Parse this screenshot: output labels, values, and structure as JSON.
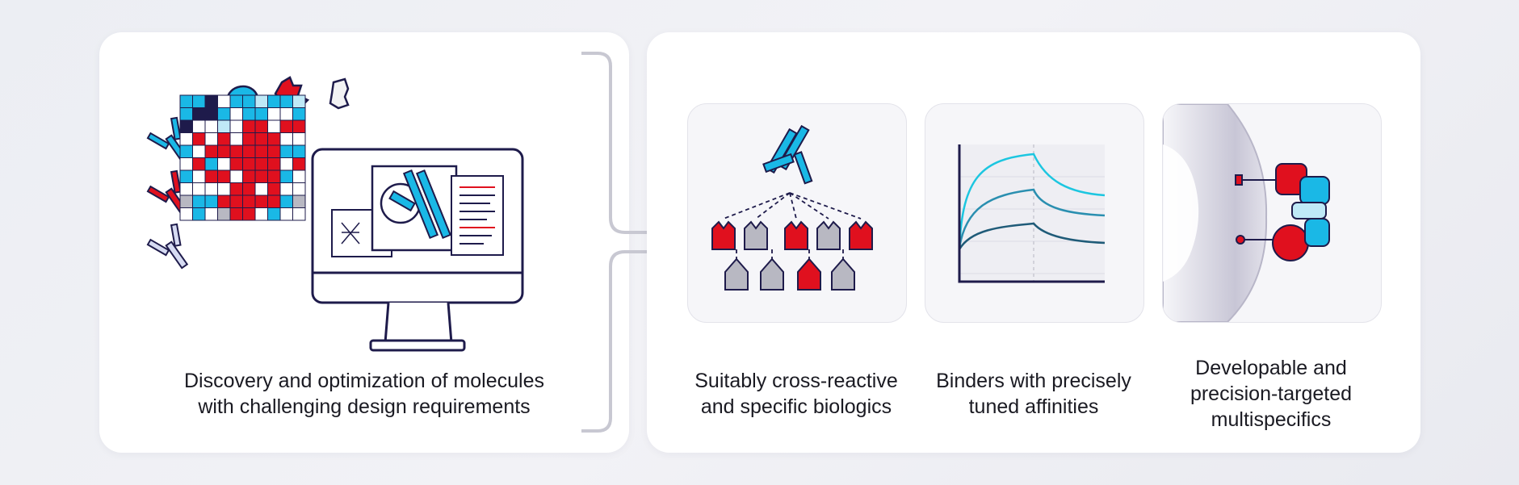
{
  "left_panel": {
    "caption": "Discovery and optimization of molecules\nwith challenging design requirements"
  },
  "outcomes": [
    {
      "caption": "Suitably cross-reactive\nand specific biologics"
    },
    {
      "caption": "Binders with precisely\ntuned affinities"
    },
    {
      "caption": "Developable and\nprecision-targeted\nmultispecifics"
    }
  ],
  "colors": {
    "navy": "#1e1b4b",
    "cyan": "#1ab8e6",
    "red": "#e0101e",
    "gray": "#b8b8c2",
    "light_cyan": "#bfe9f7"
  }
}
